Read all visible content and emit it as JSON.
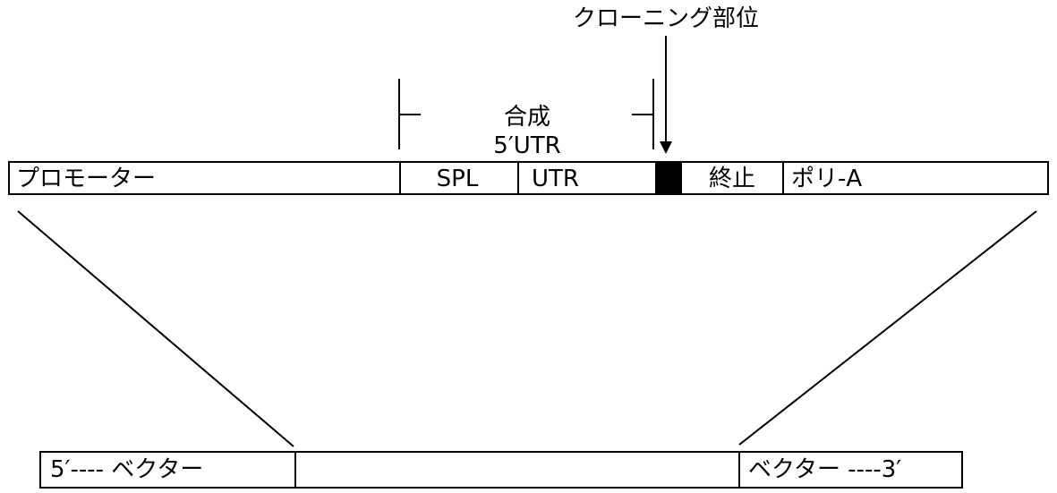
{
  "diagram": {
    "cloning_site_label": "クローニング部位",
    "synthetic_label_line1": "合成",
    "synthetic_label_line2": "5′UTR",
    "construct_segments": {
      "promoter": "プロモーター",
      "spl": "SPL",
      "utr": "UTR",
      "stop": "終止",
      "polya": "ポリ-A"
    },
    "vector_segments": {
      "left": "5′---- ベクター",
      "right": "ベクター ----3′"
    }
  }
}
